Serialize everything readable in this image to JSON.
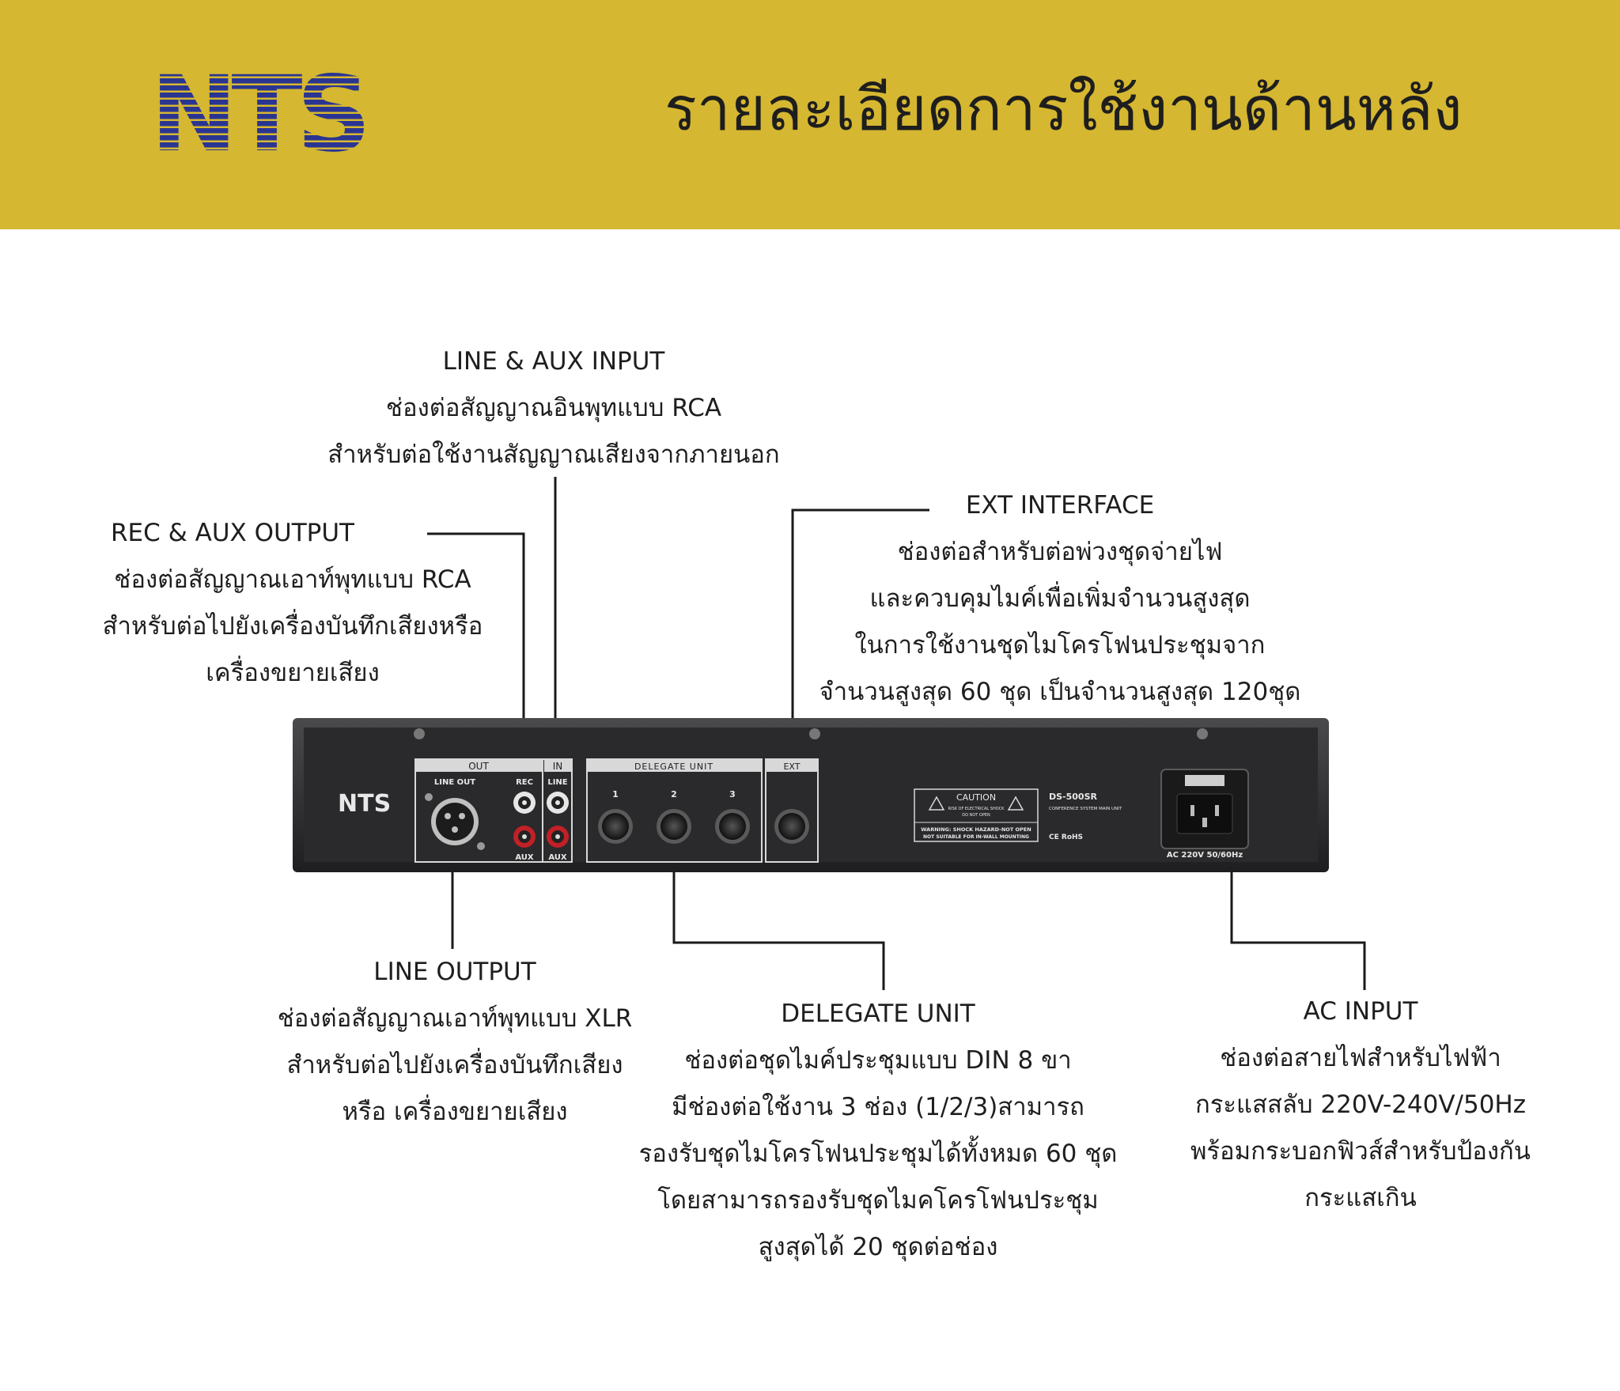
{
  "header": {
    "brand": "NTS",
    "title": "รายละเอียดการใช้งานด้านหลัง",
    "background_color": "#d5b731",
    "logo_color": "#2a3592"
  },
  "callouts": {
    "line_aux_input": {
      "heading": "LINE & AUX INPUT",
      "lines": [
        "ช่องต่อสัญญาณอินพุทแบบ RCA",
        "สำหรับต่อใช้งานสัญญาณเสียงจากภายนอก"
      ]
    },
    "rec_aux_output": {
      "heading": "REC & AUX OUTPUT",
      "lines": [
        "ช่องต่อสัญญาณเอาท์พุทแบบ RCA",
        "สำหรับต่อไปยังเครื่องบันทึกเสียงหรือ",
        "เครื่องขยายเสียง"
      ]
    },
    "ext_interface": {
      "heading": "EXT INTERFACE",
      "lines": [
        "ช่องต่อสำหรับต่อพ่วงชุดจ่ายไฟ",
        "และควบคุมไมค์เพื่อเพิ่มจำนวนสูงสุด",
        "ในการใช้งานชุดไมโครโฟนประชุมจาก",
        "จำนวนสูงสุด 60 ชุด เป็นจำนวนสูงสุด 120ชุด"
      ]
    },
    "line_output": {
      "heading": "LINE OUTPUT",
      "lines": [
        "ช่องต่อสัญญาณเอาท์พุทแบบ XLR",
        "สำหรับต่อไปยังเครื่องบันทึกเสียง",
        "หรือ เครื่องขยายเสียง"
      ]
    },
    "delegate_unit": {
      "heading": "DELEGATE UNIT",
      "lines": [
        "ช่องต่อชุดไมค์ประชุมแบบ DIN 8 ขา",
        "มีช่องต่อใช้งาน 3 ช่อง (1/2/3)สามารถ",
        "รองรับชุดไมโครโฟนประชุมได้ทั้งหมด 60 ชุด",
        "โดยสามารถรองรับชุดไมคโครโฟนประชุม",
        "สูงสุดได้ 20 ชุดต่อช่อง"
      ]
    },
    "ac_input": {
      "heading": "AC INPUT",
      "lines": [
        "ช่องต่อสายไฟสำหรับไฟฟ้า",
        "กระแสสลับ 220V-240V/50Hz",
        "พร้อมกระบอกฟิวส์สำหรับป้องกัน",
        "กระแสเกิน"
      ]
    }
  },
  "device": {
    "brand": "NTS",
    "out_label": "OUT",
    "in_label": "IN",
    "line_out_label": "LINE OUT",
    "rec_label": "REC",
    "line_label": "LINE",
    "aux_label_1": "AUX",
    "aux_label_2": "AUX",
    "delegate_label": "DELEGATE UNIT",
    "port_1": "1",
    "port_2": "2",
    "port_3": "3",
    "ext_label": "EXT",
    "caution_title": "CAUTION",
    "caution_sub_1": "RISK OF ELECTRICAL SHOCK",
    "caution_sub_2": "DO NOT OPEN",
    "warning_1": "WARNING: SHOCK HAZARD-NOT OPEN",
    "warning_2": "NOT SUITABLE FOR IN-WALL MOUNTING",
    "model": "DS-500SR",
    "model_desc": "CONFERENCE SYSTEM MAIN UNIT",
    "cert": "CE RoHS",
    "ac_label": "AC 220V 50/60Hz",
    "panel_color": "#2a2a2c",
    "accent_red": "#c02026"
  }
}
